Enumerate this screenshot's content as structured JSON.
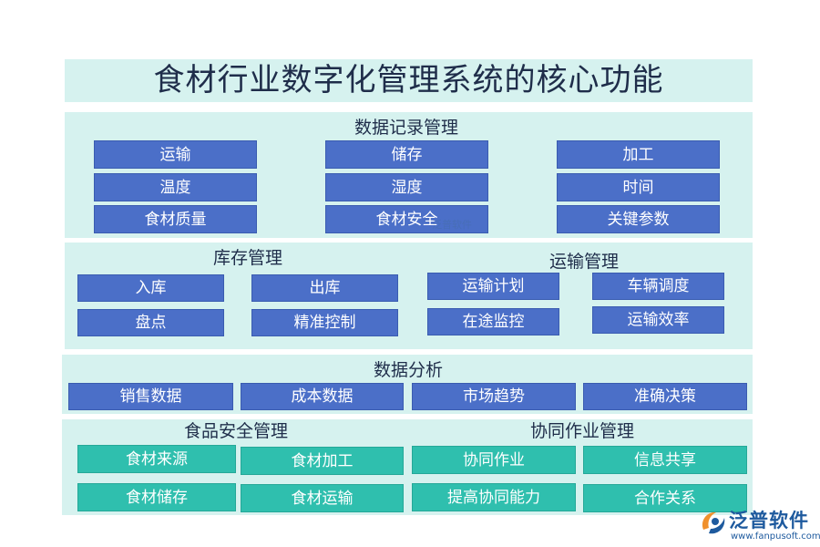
{
  "title": "食材行业数字化管理系统的核心功能",
  "data_record": {
    "title": "数据记录管理",
    "items": [
      "运输",
      "储存",
      "加工",
      "温度",
      "湿度",
      "时间",
      "食材质量",
      "食材安全",
      "关键参数"
    ]
  },
  "inventory": {
    "title": "库存管理",
    "items": [
      "入库",
      "出库",
      "盘点",
      "精准控制"
    ]
  },
  "transport": {
    "title": "运输管理",
    "items": [
      "运输计划",
      "车辆调度",
      "在途监控",
      "运输效率"
    ]
  },
  "analysis": {
    "title": "数据分析",
    "items": [
      "销售数据",
      "成本数据",
      "市场趋势",
      "准确决策"
    ]
  },
  "food_safety": {
    "title": "食品安全管理",
    "items": [
      "食材来源",
      "食材加工",
      "食材储存",
      "食材运输"
    ]
  },
  "collaboration": {
    "title": "协同作业管理",
    "items": [
      "协同作业",
      "信息共享",
      "提高协同能力",
      "合作关系"
    ]
  },
  "watermark": "泛普软件",
  "logo": {
    "name": "泛普软件",
    "url": "www.fanpusoft.com"
  },
  "colors": {
    "panel": "#d6f2ef",
    "blue_box": "#4b6fc8",
    "teal_box": "#2fbfae",
    "title_text": "#1f2d4a"
  }
}
